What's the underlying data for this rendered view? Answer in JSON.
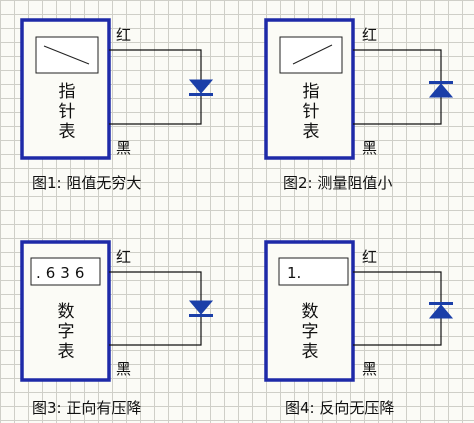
{
  "wire_labels": {
    "red": "红",
    "black": "黑"
  },
  "panels": [
    {
      "meter_label": [
        "指",
        "针",
        "表"
      ],
      "display_text": "",
      "diode_orientation": "pointing-down",
      "caption": "图1:  阻值无穷大"
    },
    {
      "meter_label": [
        "指",
        "针",
        "表"
      ],
      "display_text": "",
      "diode_orientation": "pointing-up",
      "caption": "图2:  测量阻值小"
    },
    {
      "meter_label": [
        "数",
        "字",
        "表"
      ],
      "display_text": ".636",
      "diode_orientation": "pointing-down",
      "caption": "图3:  正向有压降"
    },
    {
      "meter_label": [
        "数",
        "字",
        "表"
      ],
      "display_text": "1.",
      "diode_orientation": "pointing-up",
      "caption": "图4:  反向无压降"
    }
  ],
  "colors": {
    "meter_border": "#1e2aa8",
    "diode": "#1b3fa8",
    "grid": "#cfcfc8",
    "background": "#fbfbf6"
  }
}
